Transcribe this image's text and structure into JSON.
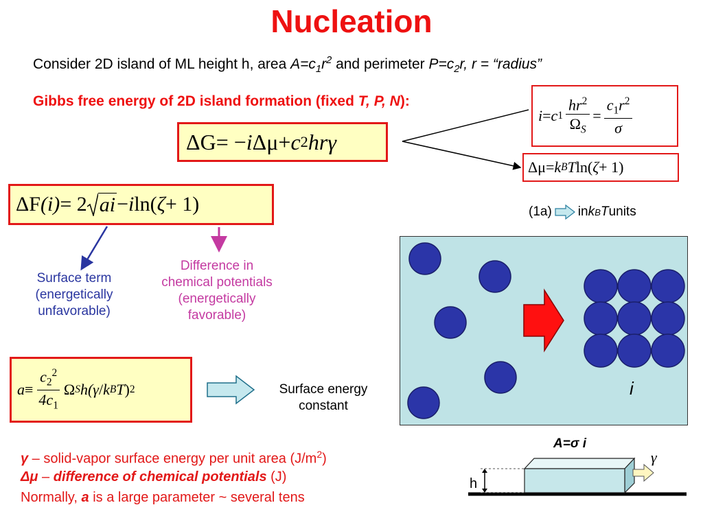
{
  "slide": {
    "title": "Nucleation",
    "line1": {
      "text": "Consider 2D island of ML height h, area ",
      "area_label": "A",
      "area_eq": "=c",
      "area_sub": "1",
      "area_r": "r",
      "area_sup": "2",
      "and_perimeter": " and perimeter ",
      "perim_label": "P",
      "perim_eq": "=c",
      "perim_sub": "2",
      "perim_r": "r,",
      "radius_def": " r = “radius”"
    },
    "line2": {
      "text": "Gibbs free energy of 2D island formation (fixed ",
      "vars": "T, P, N",
      "close": "):"
    },
    "eq_gibbs": {
      "dG": "ΔG",
      "equals": " = −",
      "i": "i",
      "dmu": "Δμ",
      "plus": " + ",
      "c2": "c",
      "sub2": "2",
      "hrg": "hrγ"
    },
    "eq_i": {
      "lhs": "i",
      "eq": " = ",
      "c1": "c",
      "sub1": "1",
      "num1": "hr",
      "sup1": "2",
      "den1": "Ω",
      "den1_sub": "S",
      "num2_c": "c",
      "num2_sub": "1",
      "num2_r": "r",
      "num2_sup": "2",
      "den2": "σ"
    },
    "eq_dmu": {
      "dmu": "Δμ",
      "eq": " = ",
      "kb": "k",
      "kb_sub": "B",
      "T": "T",
      "ln": " ln(",
      "zeta": "ζ",
      "plus": " + 1)"
    },
    "eq_dF": {
      "lhs": "ΔF",
      "arg": "(i)",
      "eq": " = 2",
      "ai": "ai",
      "minus": " − ",
      "i": "i",
      "ln": " ln(",
      "zeta": "ζ",
      "close": " + 1)"
    },
    "units_note": {
      "ref": "(1a)",
      "prefix": "in ",
      "kb": "k",
      "kb_sub": "B",
      "T": "T",
      "suffix": " units"
    },
    "surface_term": [
      "Surface term",
      "(energetically",
      "unfavorable)"
    ],
    "chem_term": [
      "Difference in",
      "chemical potentials",
      "(energetically",
      "favorable)"
    ],
    "eq_a": {
      "lhs": "a",
      "equiv": " ≡ ",
      "num_c": "c",
      "num_sub": "2",
      "num_sup": "2",
      "den_4c": "4c",
      "den_sub": "1",
      "omega": "Ω",
      "omega_sub": "S",
      "h": "h(",
      "gamma": "γ",
      "slash": " / ",
      "kb": "k",
      "kb_sub": "B",
      "T": "T",
      "close": ")",
      "sup2": "2"
    },
    "surface_energy_label": [
      "Surface energy",
      "constant"
    ],
    "cluster_label": "i",
    "island": {
      "area_label": "A=σ i",
      "gamma_label": "γ",
      "h_label": "h"
    },
    "bottom": {
      "l1_sym": "γ",
      "l1_text": " – solid-vapor surface energy per unit area (J/m",
      "l1_sup": "2",
      "l1_close": ")",
      "l2_sym": "Δμ",
      "l2_dash": " – ",
      "l2_text": "difference of chemical potentials",
      "l2_unit": " (J)",
      "l3_pre": "Normally, ",
      "l3_sym": "a",
      "l3_post": " is a large parameter ~ several tens"
    }
  },
  "colors": {
    "title_red": "#ee1111",
    "panel_bg": "#bfe3e6",
    "atom_blue": "#2b35a8",
    "arrow_red": "#ff1010",
    "box_yellow": "#ffffc2",
    "arrow_cyan": "#c5e8ee"
  }
}
